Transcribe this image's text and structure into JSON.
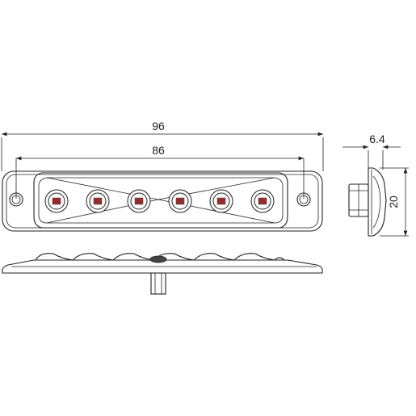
{
  "dimensions": {
    "overall_length": "96",
    "hole_spacing": "86",
    "depth": "6.4",
    "height": "20"
  },
  "lamp": {
    "led_count": 6,
    "led_color": "#9a2a2a",
    "line_color": "#222222"
  }
}
